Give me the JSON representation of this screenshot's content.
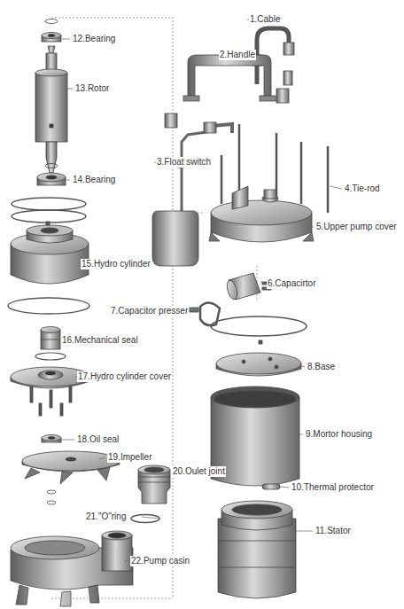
{
  "diagram": {
    "labels": [
      "1.Cable",
      "12.Bearing",
      "2.Handle",
      "13.Rotor",
      "3.Float switch",
      "14.Bearing",
      "4.Tie-rod",
      "5.Upper pump cover",
      "15.Hydro cylinder",
      "6.Capacirtor",
      "7.Capacitor presser",
      "16.Mechanical seal",
      "8.Base",
      "17.Hydro cylinder cover",
      "9.Mortor housing",
      "18.Oil seal",
      "19.Impeller",
      "20.Oulet joint",
      "10.Thermal protector",
      "21.\"O\"ring",
      "11.Stator",
      "22.Pump casin"
    ]
  }
}
